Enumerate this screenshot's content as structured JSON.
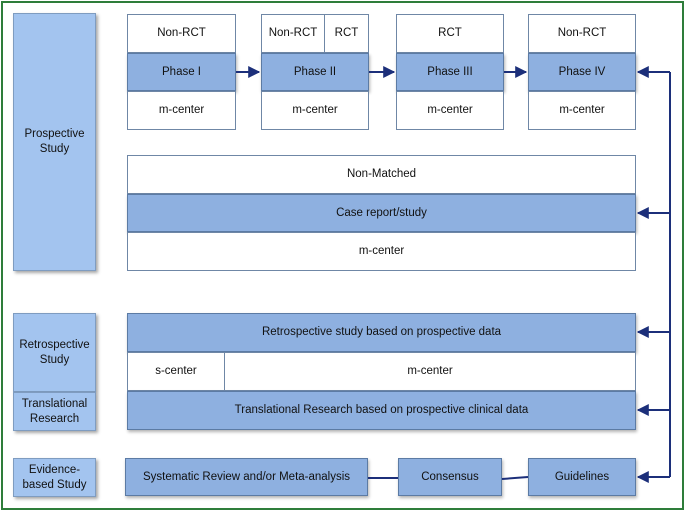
{
  "side_labels": {
    "prospective": "Prospective Study",
    "retrospective": "Retrospective Study",
    "translational": "Translational Research",
    "evidence": "Evidence-based Study"
  },
  "phases": [
    {
      "top": "Non-RCT",
      "phase": "Phase I",
      "bottom": "m-center"
    },
    {
      "top_left": "Non-RCT",
      "top_right": "RCT",
      "phase": "Phase II",
      "bottom": "m-center"
    },
    {
      "top": "RCT",
      "phase": "Phase III",
      "bottom": "m-center"
    },
    {
      "top": "Non-RCT",
      "phase": "Phase IV",
      "bottom": "m-center"
    }
  ],
  "case_block": {
    "top": "Non-Matched",
    "middle": "Case report/study",
    "bottom": "m-center"
  },
  "retro_block": {
    "main": "Retrospective study based on prospective data",
    "s_center": "s-center",
    "m_center": "m-center"
  },
  "translational_block": {
    "main": "Translational Research based on prospective clinical data"
  },
  "evidence_block": {
    "review": "Systematic Review and/or Meta-analysis",
    "consensus": "Consensus",
    "guidelines": "Guidelines"
  },
  "colors": {
    "frame": "#2e7d3a",
    "side_fill": "#a3c4ef",
    "box_fill": "#8eb0e0",
    "arrow": "#1c2f7a"
  }
}
